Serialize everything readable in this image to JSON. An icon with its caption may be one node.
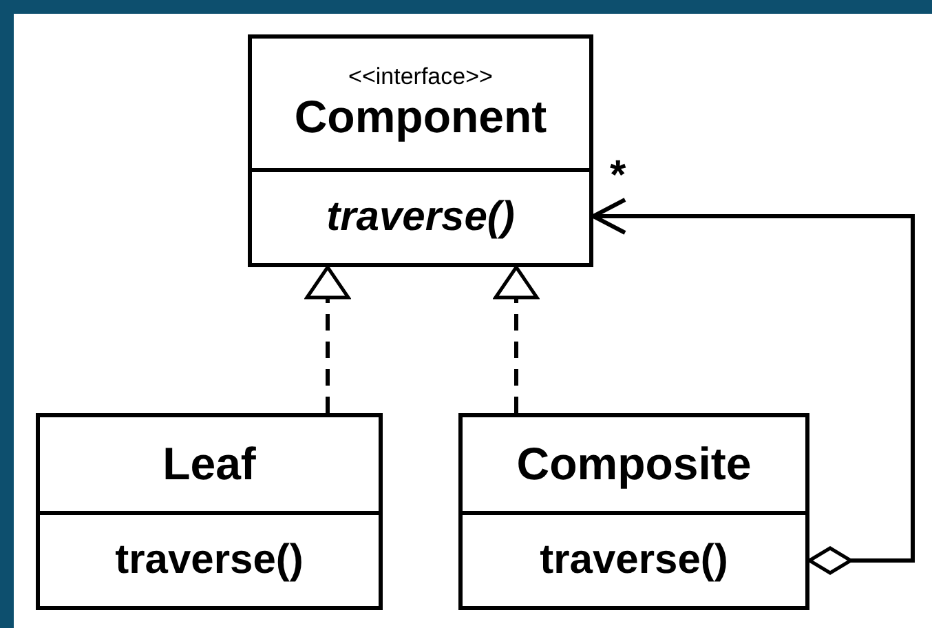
{
  "diagram": {
    "nodes": [
      {
        "text": [
          "<<interface>>",
          "Component",
          "traverse()"
        ]
      },
      {
        "text": [
          "Leaf",
          "traverse()"
        ]
      },
      {
        "text": [
          "Composite",
          "traverse()"
        ]
      }
    ],
    "edges": [
      {
        "from": 1,
        "to": 0,
        "arrow": "to",
        "style": "dashed"
      },
      {
        "from": 2,
        "to": 0,
        "arrow": "to",
        "style": "dashed"
      },
      {
        "from": 2,
        "to": 0,
        "arrow": "to",
        "label": "*"
      }
    ]
  }
}
